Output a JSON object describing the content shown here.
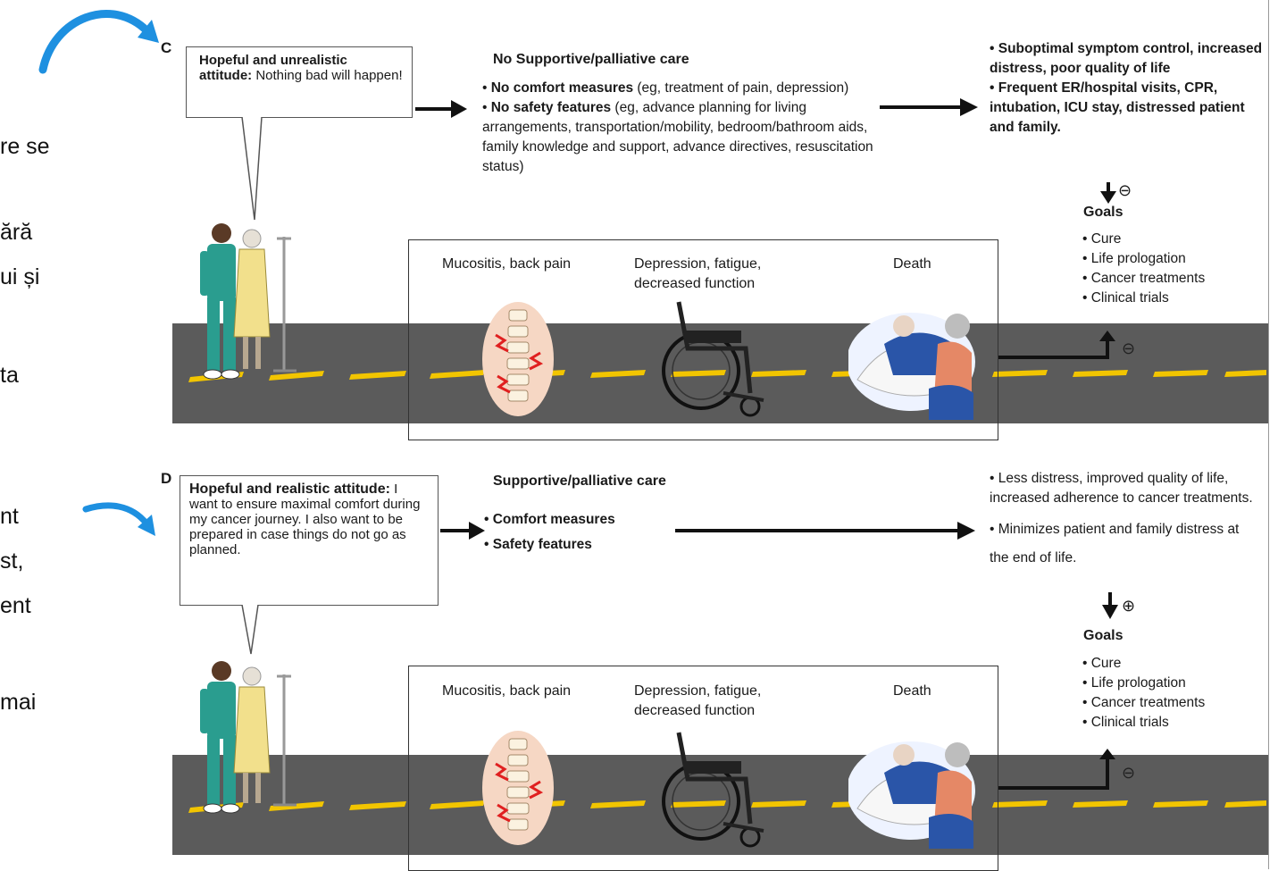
{
  "slide_fragments": [
    "re se",
    "ără",
    "ui și",
    "ta",
    "nt",
    "st,",
    "ent",
    "mai"
  ],
  "panel_c": {
    "letter": "C",
    "bubble_bold": "Hopeful and unrealistic attitude:",
    "bubble_text": " Nothing bad will happen!",
    "heading": "No Supportive/palliative care",
    "item1_bold": "No comfort measures",
    "item1_text": " (eg, treatment of pain, depression)",
    "item2_bold": "No safety features",
    "item2_text": " (eg, advance planning for living arrangements, transportation/mobility, bedroom/bathroom aids, family knowledge and support, advance directives, resuscitation status)",
    "outcome1": "Suboptimal symptom control, increased distress, poor quality of life",
    "outcome2": "Frequent ER/hospital visits, CPR, intubation, ICU stay, distressed patient and family.",
    "goal_sign": "⊖",
    "goals_title": "Goals",
    "goals": [
      "Cure",
      "Life prologation",
      "Cancer treatments",
      "Clinical trials"
    ],
    "road_sign": "⊖",
    "events": [
      "Mucositis, back pain",
      "Depression, fatigue, decreased function",
      "Death"
    ]
  },
  "panel_d": {
    "letter": "D",
    "bubble_bold": "Hopeful and realistic attitude:",
    "bubble_text": " I want to ensure maximal comfort during my cancer journey. I also want to be prepared in case things do not go as planned.",
    "heading": "Supportive/palliative care",
    "item1_bold": "Comfort measures",
    "item2_bold": "Safety features",
    "outcome1": "Less distress, improved quality of life, increased adherence to cancer treatments.",
    "outcome2": "Minimizes patient and family distress at the end of life.",
    "goal_sign": "⊕",
    "goals_title": "Goals",
    "goals": [
      "Cure",
      "Life prologation",
      "Cancer treatments",
      "Clinical trials"
    ],
    "road_sign": "⊖",
    "events": [
      "Mucositis, back pain",
      "Depression, fatigue, decreased function",
      "Death"
    ]
  },
  "colors": {
    "road": "#5b5b5b",
    "road_stripe": "#f2c500",
    "curved_arrow": "#1e90e0",
    "scrubs": "#2a9d8f",
    "gown": "#f2e08c",
    "patient_blue": "#2a55a8",
    "pain_red": "#e02020"
  }
}
